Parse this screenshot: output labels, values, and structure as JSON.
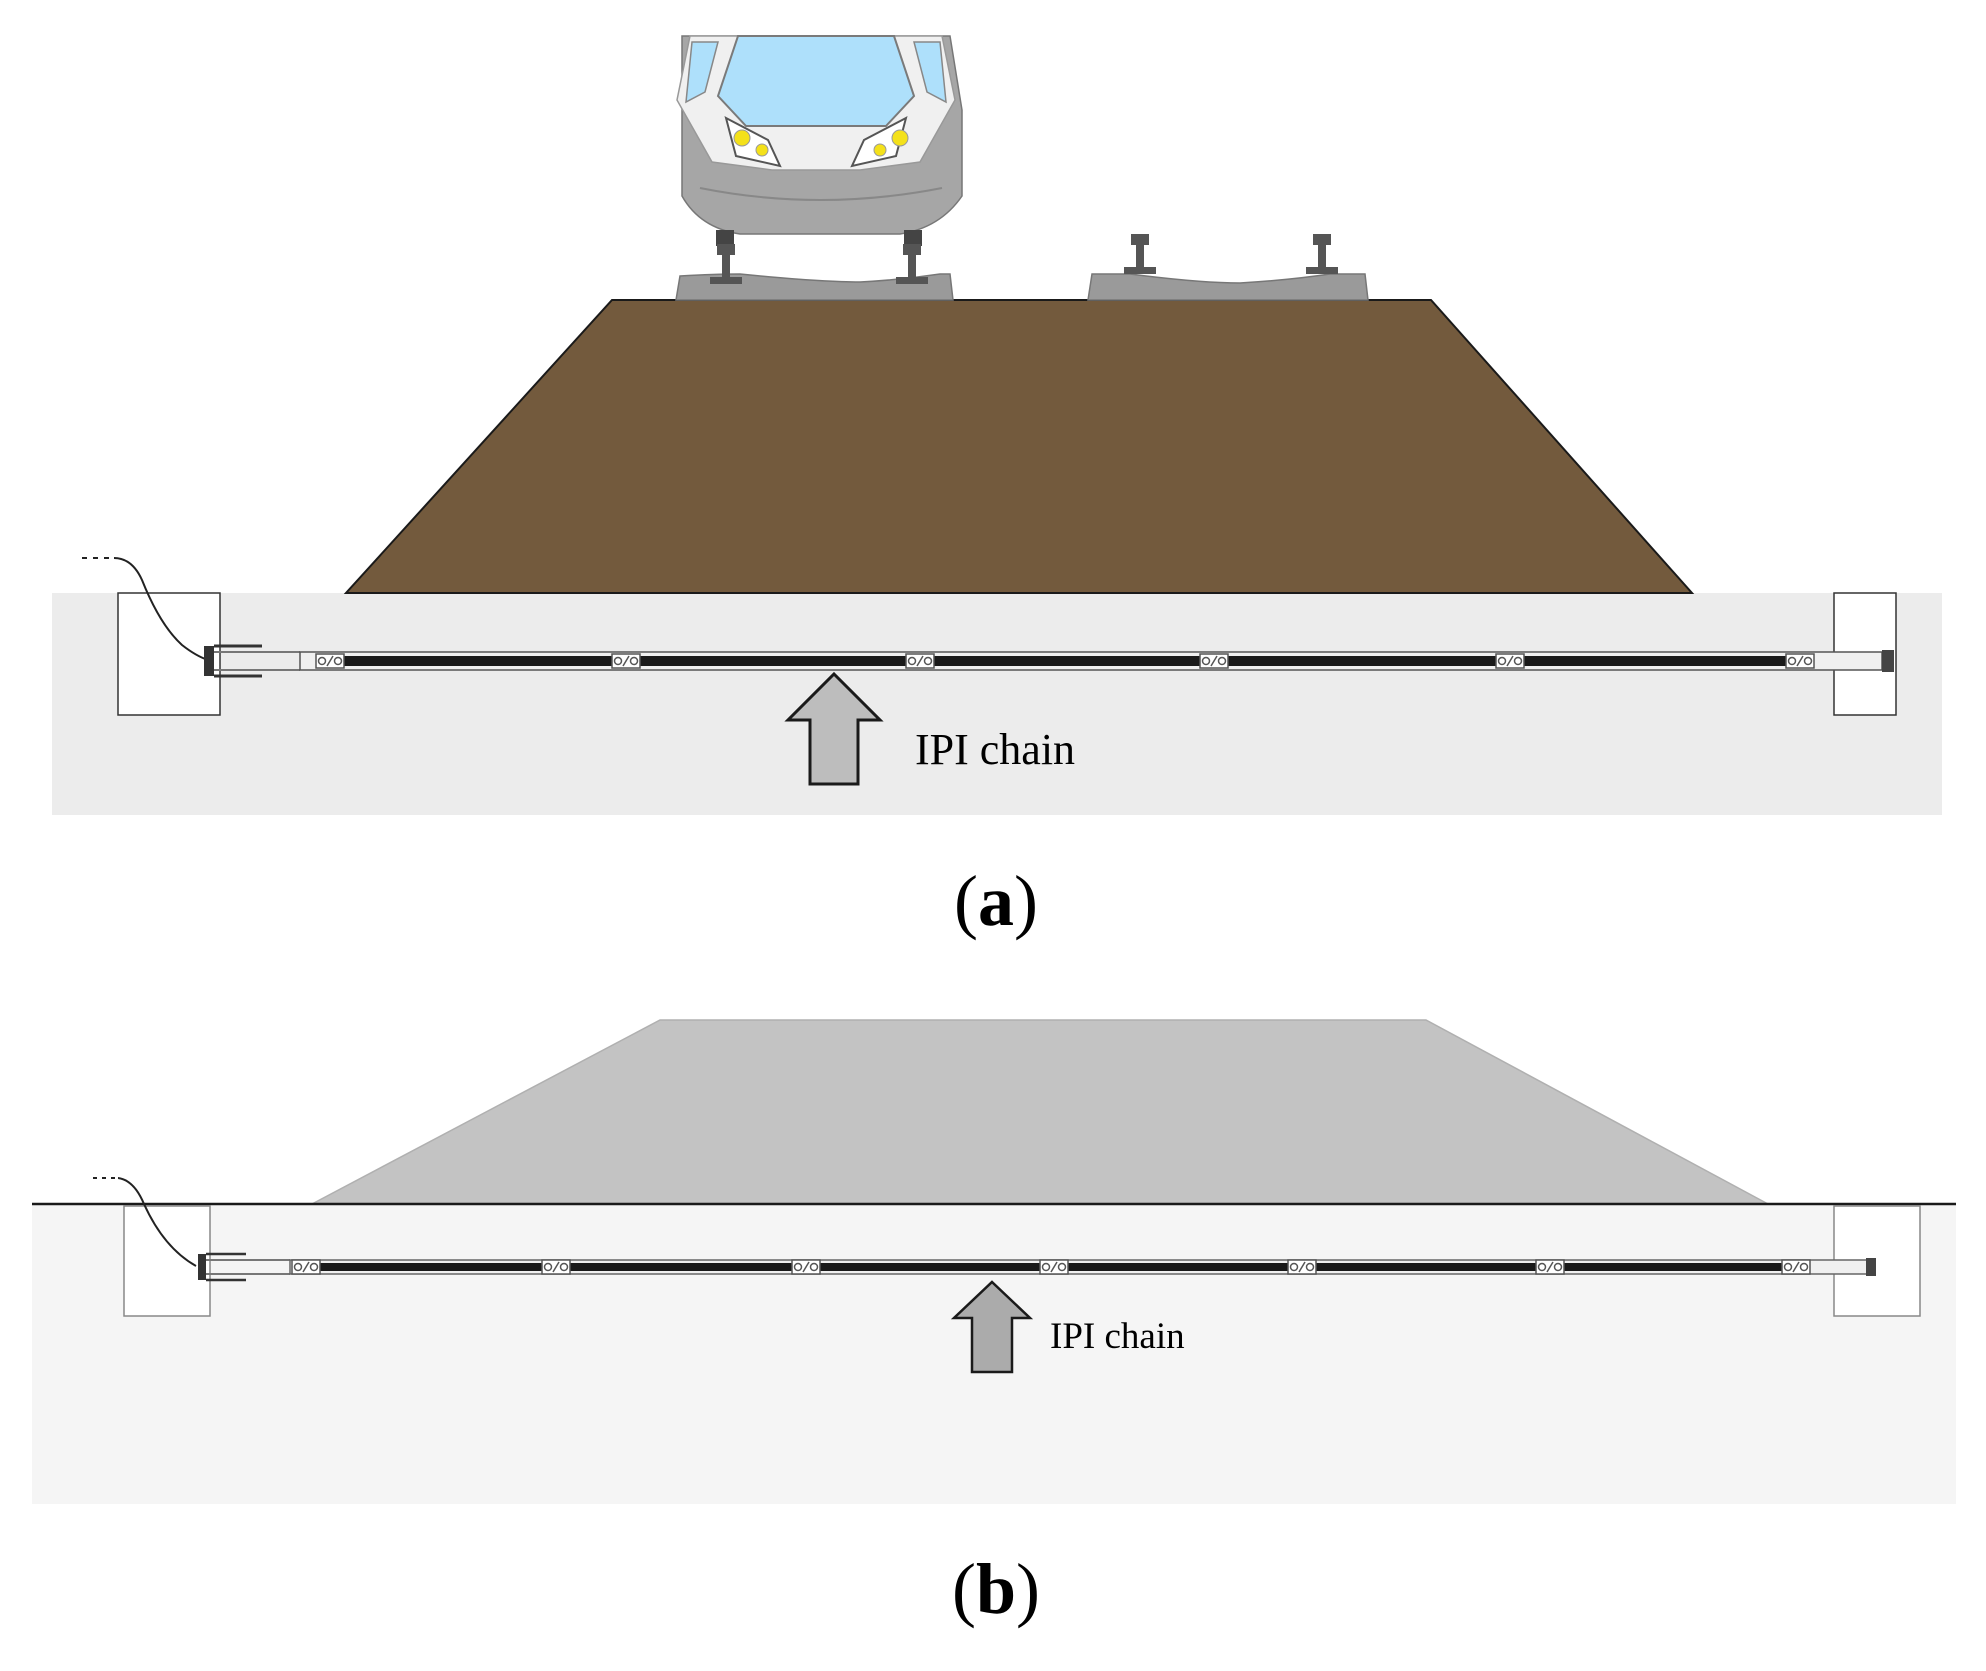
{
  "panels": [
    {
      "id": "a",
      "letter": "a",
      "sensor_label": "IPI chain"
    },
    {
      "id": "b",
      "letter": "b",
      "sensor_label": "IPI chain"
    }
  ],
  "colors": {
    "embankment_a": "#735a3d",
    "embankment_b": "#c3c3c3",
    "ground_a": "#ececec",
    "ground_b": "#f5f5f5",
    "sleeper": "#9a9a9a",
    "train_body": "#a6a6a6",
    "train_windshield": "#aee0fb",
    "headlight": "#f4e11a",
    "arrow_fill": "#bdbdbd",
    "chain": "#1a1a1a"
  }
}
